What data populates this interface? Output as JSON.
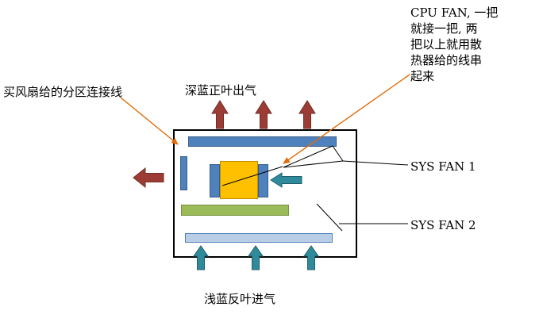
{
  "annotations": {
    "cpu_fan_note_lines": [
      "CPU FAN, 一把",
      "就接一把, 两",
      "把以上就用散",
      "热器给的线串",
      "起来"
    ],
    "fan_splitter_label": "买风扇给的分区连接线",
    "exhaust_label": "深蓝正叶出气",
    "sys_fan_1_label": "SYS FAN 1",
    "sys_fan_2_label": "SYS FAN 2",
    "intake_label": "浅蓝反叶进气"
  },
  "colors": {
    "dark_blue": "#4f81bd",
    "dark_blue_border": "#385d8a",
    "orange": "#ffc000",
    "orange_border": "#bf9000",
    "green": "#9bbb59",
    "green_border": "#77933c",
    "light_blue": "#b9cde5",
    "light_blue_border": "#4f81bd",
    "red_arrow": "#9c3d35",
    "red_arrow_border": "#732d27",
    "teal_arrow": "#2f8a9b",
    "teal_arrow_border": "#1f5f6b",
    "callout_line": "#e36c09",
    "case_border": "#000000"
  }
}
